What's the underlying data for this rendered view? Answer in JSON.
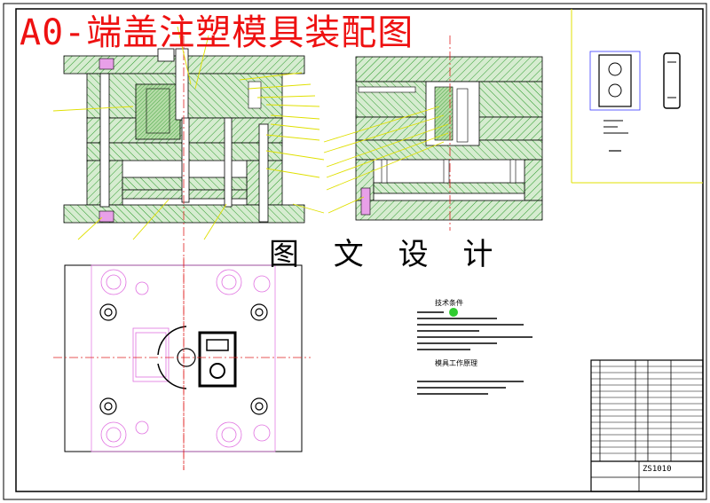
{
  "title": "A0-端盖注塑模具装配图",
  "watermark": "图 文 设 计",
  "tech_requirements_title": "技术条件",
  "mold_note_title": "模具工作原理",
  "drawing_number": "ZS1010",
  "colors": {
    "title": "#ee1111",
    "hatch": "#229922",
    "fill": "#cfe8c8",
    "leader": "#e8e800",
    "centerline": "#e02020",
    "outline": "#000000",
    "magenta": "#d040d0",
    "frame": "#000000"
  }
}
